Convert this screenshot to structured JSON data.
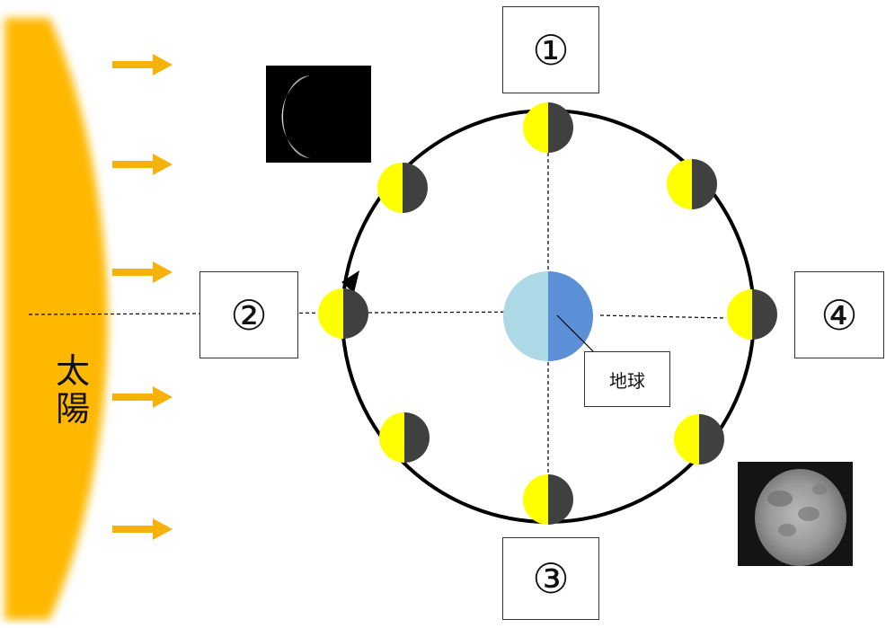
{
  "sun": {
    "label_line1": "太",
    "label_line2": "陽"
  },
  "earth": {
    "label": "地球"
  },
  "positions": {
    "p1": "①",
    "p2": "②",
    "p3": "③",
    "p4": "④"
  },
  "colors": {
    "sun": "#ffb800",
    "arrow": "#f5b20a",
    "moon_lit": "#ffff00",
    "moon_dark": "#404040",
    "earth_light": "#add8e6",
    "earth_dark": "#5b8fd6",
    "orbit": "#000000"
  }
}
